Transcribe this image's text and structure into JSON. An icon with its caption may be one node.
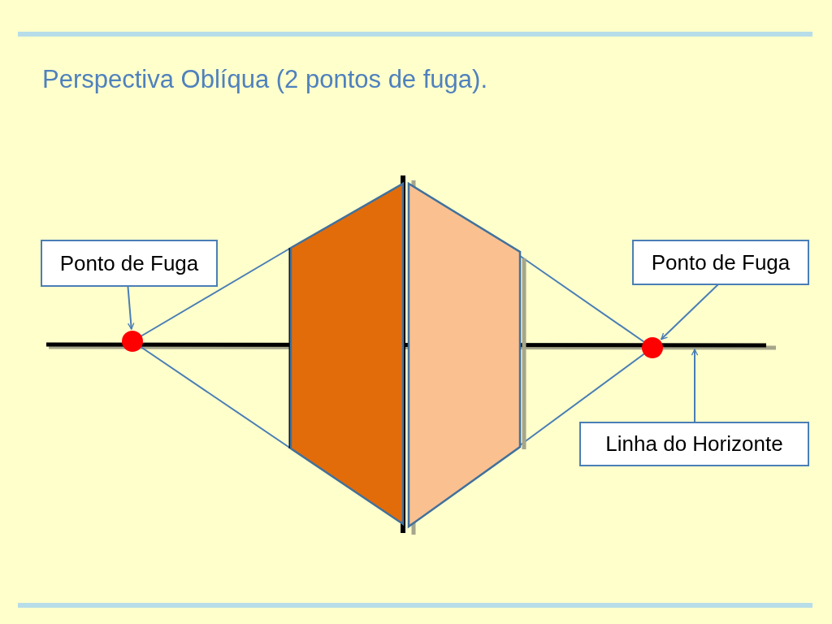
{
  "diagram": {
    "title": "Perspectiva Oblíqua (2 pontos de fuga).",
    "nodes": [
      {
        "text": [
          "Ponto de Fuga"
        ]
      },
      {
        "text": [
          "Ponto de Fuga"
        ]
      },
      {
        "text": [
          "Linha do Horizonte"
        ]
      },
      {
        "text": [],
        "shape": "circle"
      },
      {
        "text": [],
        "shape": "circle"
      }
    ],
    "edges": [
      {
        "from": 0,
        "to": 3,
        "arrow": "to"
      },
      {
        "from": 1,
        "to": 4,
        "arrow": "to"
      },
      {
        "from": 2,
        "to": null,
        "arrow": "to"
      }
    ]
  }
}
